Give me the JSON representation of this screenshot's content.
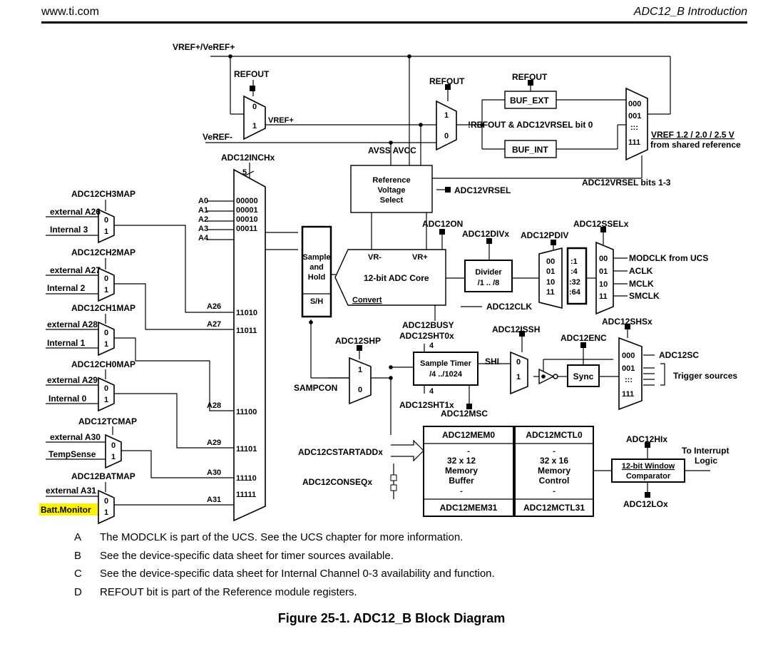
{
  "header": {
    "left": "www.ti.com",
    "right": "ADC12_B Introduction"
  },
  "diagram": {
    "vref_in": "VREF+/VeREF+",
    "veref_minus": "VeREF-",
    "refout_1": "REFOUT",
    "refout_2": "REFOUT",
    "refout_3": "REFOUT",
    "vref_plus_out": "VREF+",
    "mux_in0": "0",
    "mux_in1": "1",
    "buf_ext": "BUF_EXT",
    "buf_int": "BUF_INT",
    "refout_vrsel": "!REFOUT & ADC12VRSEL bit 0",
    "vrsel_codes": [
      "000",
      "001",
      ":::",
      "111"
    ],
    "vref_levels": "VREF 1.2 / 2.0 / 2.5 V",
    "shared_ref": "from shared reference",
    "vrsel_bits": "ADC12VRSEL bits 1-3",
    "avss_avcc": "AVSS AVCC",
    "ref_select": [
      "Reference",
      "Voltage",
      "Select"
    ],
    "adc12vrsel": "ADC12VRSEL",
    "inchx": "ADC12INCHx",
    "inch_width": "5",
    "channels": [
      {
        "sel": "ADC12CH3MAP",
        "ext": "external A26",
        "int": "Internal 3"
      },
      {
        "sel": "ADC12CH2MAP",
        "ext": "external A27",
        "int": "Internal 2"
      },
      {
        "sel": "ADC12CH1MAP",
        "ext": "external A28",
        "int": "Internal 1"
      },
      {
        "sel": "ADC12CH0MAP",
        "ext": "external A29",
        "int": "Internal 0"
      },
      {
        "sel": "ADC12TCMAP",
        "ext": "external A30",
        "int": "TempSense"
      },
      {
        "sel": "ADC12BATMAP",
        "ext": "external A31",
        "int": "Batt.Monitor"
      }
    ],
    "a_inputs": [
      "A0",
      "A1",
      "A2",
      "A3",
      "A4"
    ],
    "a_high": [
      "A26",
      "A27",
      "A28",
      "A29",
      "A30",
      "A31"
    ],
    "mux_codes_top": [
      "00000",
      "00001",
      "00010",
      "00011"
    ],
    "mux_codes_bottom": [
      "11010",
      "11011",
      "11100",
      "11101",
      "11110",
      "11111"
    ],
    "sample_hold": [
      "Sample",
      "and",
      "Hold"
    ],
    "sh": "S/H",
    "adc12on": "ADC12ON",
    "core": "12-bit ADC Core",
    "vr_minus": "VR-",
    "vr_plus": "VR+",
    "convert": "Convert",
    "divx": "ADC12DIVx",
    "pdiv": "ADC12PDIV",
    "sselx": "ADC12SSELx",
    "divider": [
      "Divider",
      "/1 .. /8"
    ],
    "pdiv_codes": [
      "00",
      "01",
      "10",
      "11"
    ],
    "pdiv_vals": [
      ":1",
      ":4",
      ":32",
      ":64"
    ],
    "clk_sources": [
      {
        "code": "00",
        "name": "MODCLK from UCS"
      },
      {
        "code": "01",
        "name": "ACLK"
      },
      {
        "code": "10",
        "name": "MCLK"
      },
      {
        "code": "11",
        "name": "SMCLK"
      }
    ],
    "adc12clk": "ADC12CLK",
    "busy": "ADC12BUSY",
    "sht0": "ADC12SHT0x",
    "sht1": "ADC12SHT1x",
    "shp": "ADC12SHP",
    "samp_timer": [
      "Sample Timer",
      "/4 ../1024"
    ],
    "four": "4",
    "shi": "SHI",
    "sampcon": "SAMPCON",
    "msc": "ADC12MSC",
    "issh": "ADC12ISSH",
    "enc": "ADC12ENC",
    "sync": "Sync",
    "shsx": "ADC12SHSx",
    "shs_codes": [
      "000",
      "001",
      ":::",
      "111"
    ],
    "adc12sc": "ADC12SC",
    "trigger": "Trigger sources",
    "mem0": "ADC12MEM0",
    "mem": [
      "-",
      "32 x 12",
      "Memory",
      "Buffer",
      "-"
    ],
    "mem31": "ADC12MEM31",
    "mctl0": "ADC12MCTL0",
    "mctl": [
      "-",
      "32 x 16",
      "Memory",
      "Control",
      "-"
    ],
    "mctl31": "ADC12MCTL31",
    "cstartadd": "ADC12CSTARTADDx",
    "conseq": "ADC12CONSEQx",
    "hi": "ADC12HIx",
    "lo": "ADC12LOx",
    "window": [
      "12-bit Window",
      "Comparator"
    ],
    "interrupt": [
      "To Interrupt",
      "Logic"
    ]
  },
  "notes": [
    {
      "key": "A",
      "text": "The MODCLK is part of the UCS. See the UCS chapter for more information."
    },
    {
      "key": "B",
      "text": "See the device-specific data sheet for timer sources available."
    },
    {
      "key": "C",
      "text": "See the device-specific data sheet for Internal Channel 0-3 availability and function."
    },
    {
      "key": "D",
      "text": "REFOUT bit is part of the Reference module registers."
    }
  ],
  "caption": "Figure 25-1. ADC12_B Block Diagram",
  "colors": {
    "highlight": "#fff200",
    "ink": "#000000"
  }
}
